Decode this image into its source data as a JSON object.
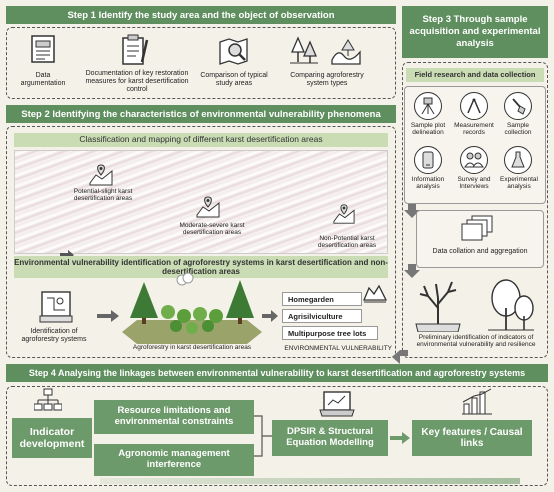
{
  "step1": {
    "title": "Step 1 Identify the study area and the object of observation",
    "items": [
      "Data argumentation",
      "Documentation of key restoration measures for karst desertification control",
      "Comparison of typical study areas",
      "Comparing agroforestry system types"
    ]
  },
  "step2": {
    "title": "Step 2 Identifying the characteristics of environmental vulnerability phenomena",
    "classification": "Classification and mapping of different karst desertification areas",
    "map_labels": [
      "Potential-slight karst desertification areas",
      "Moderate-severe karst desertification areas",
      "Non-Potential karst desertification areas"
    ],
    "identification": "Environmental vulnerability identification of agroforestry systems in karst desertification and non-desertification areas",
    "ident_label": "Identification of agroforestry systems",
    "forest_label": "Agroforestry in karst desertification areas",
    "types": [
      "Homegarden",
      "Agrisilviculture",
      "Multipurpose tree lots"
    ],
    "vuln_label": "ENVIRONMENTAL VULNERABILITY"
  },
  "step3": {
    "title": "Step 3 Through sample acquisition and experimental analysis",
    "field": "Field research and data collection",
    "items": [
      "Sample plot delineation",
      "Measurement records",
      "Sample collection",
      "Information analysis",
      "Survey and Interviews",
      "Experimental analysis"
    ],
    "collation": "Data collation and aggregation",
    "preliminary": "Preliminary identification of indicators of environmental vulnerability and resilience"
  },
  "step4": {
    "title": "Step 4 Analysing the linkages between environmental vulnerability to karst desertification and agroforestry systems",
    "indicator": "Indicator development",
    "resource": "Resource limitations and environmental constraints",
    "agronomic": "Agronomic management interference",
    "dpsir": "DPSIR & Structural Equation Modelling",
    "key": "Key features / Causal links"
  }
}
